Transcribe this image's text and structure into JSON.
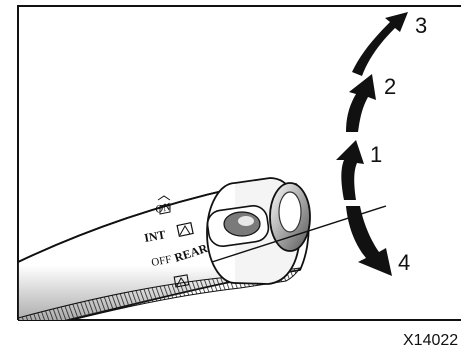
{
  "figure": {
    "arrow_labels": [
      "3",
      "2",
      "1",
      "4"
    ],
    "switch_labels": {
      "on": "ON",
      "int": "INT",
      "off": "OFF",
      "rear": "REAR"
    },
    "washer_icon": "rear-washer-icon",
    "wiper_icon": "rear-wiper-icon",
    "code": "X14022"
  }
}
